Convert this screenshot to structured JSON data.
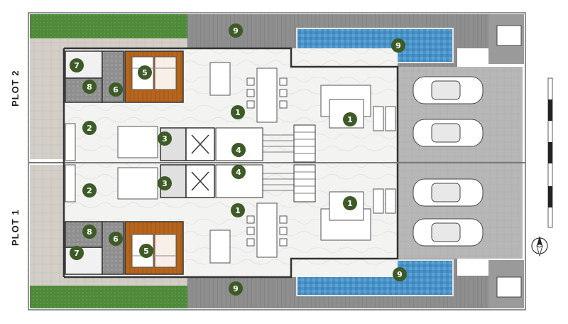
{
  "plot_labels": {
    "plot2": "PLOT 2",
    "plot1": "PLOT 1"
  },
  "colors": {
    "marker_fill": "#3d5a27",
    "marker_text": "#ffffff",
    "lawn": "#4f8a3a",
    "pool": "#4a93c8",
    "deck": "#8c8c8c",
    "carport": "#b3b3b3",
    "floor": "#f2f2f0",
    "wood": "#b5651d",
    "wall": "#3a3a3a"
  },
  "markers": [
    {
      "id": "pool-deck-top",
      "label": "9"
    },
    {
      "id": "pool-top",
      "label": "9"
    },
    {
      "id": "bedroom7-top",
      "label": "7"
    },
    {
      "id": "bedroom5-top",
      "label": "5"
    },
    {
      "id": "bath8-top",
      "label": "8"
    },
    {
      "id": "bath6-top",
      "label": "6"
    },
    {
      "id": "dining-top",
      "label": "1"
    },
    {
      "id": "living-top",
      "label": "1"
    },
    {
      "id": "kitchen-top",
      "label": "2"
    },
    {
      "id": "wc-top",
      "label": "3"
    },
    {
      "id": "stair-top",
      "label": "4"
    },
    {
      "id": "stair-bottom",
      "label": "4"
    },
    {
      "id": "kitchen-bottom",
      "label": "2"
    },
    {
      "id": "wc-bottom",
      "label": "3"
    },
    {
      "id": "dining-bottom",
      "label": "1"
    },
    {
      "id": "living-bottom",
      "label": "1"
    },
    {
      "id": "bath8-bottom",
      "label": "8"
    },
    {
      "id": "bath6-bottom",
      "label": "6"
    },
    {
      "id": "bedroom7-bottom",
      "label": "7"
    },
    {
      "id": "bedroom5-bottom",
      "label": "5"
    },
    {
      "id": "pool-bottom",
      "label": "9"
    },
    {
      "id": "pool-deck-bottom",
      "label": "9"
    }
  ],
  "icons": [
    "car-icon",
    "north-arrow-icon",
    "scale-bar-icon",
    "staircase-icon",
    "sofa-icon",
    "dining-table-icon",
    "bed-icon"
  ]
}
